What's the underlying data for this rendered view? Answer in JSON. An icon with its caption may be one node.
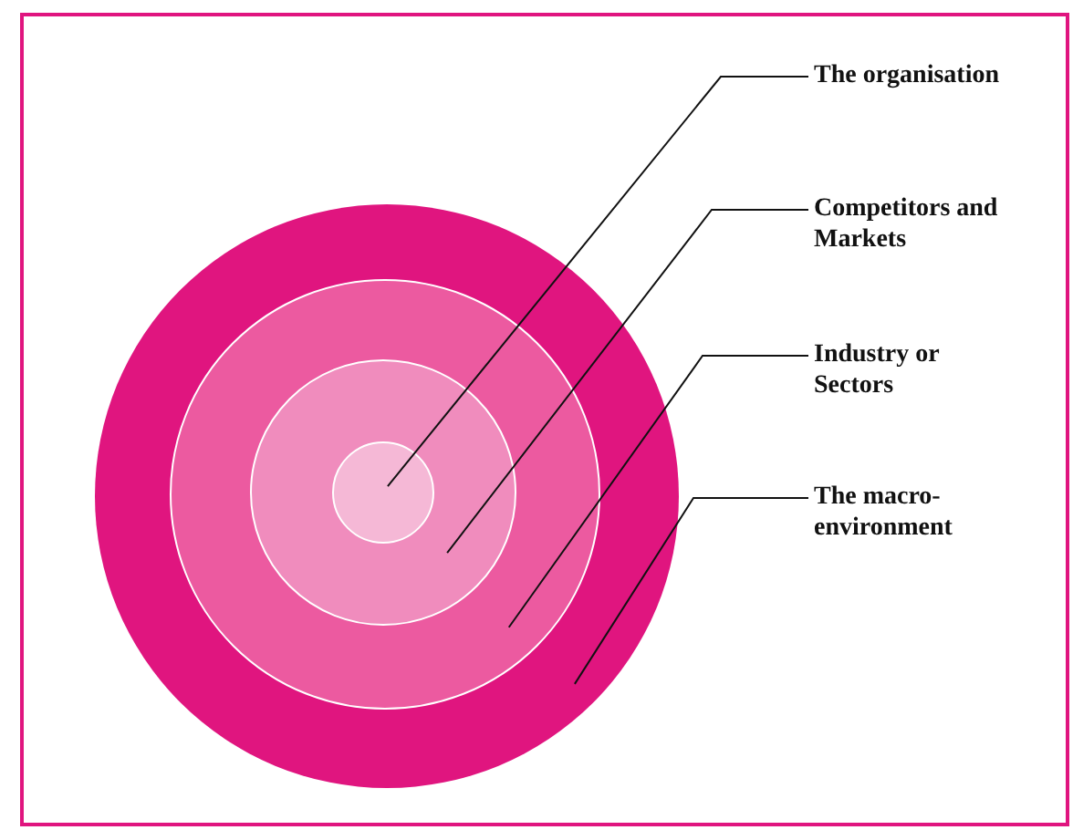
{
  "diagram": {
    "nodes": [
      {
        "text": [],
        "shape": "circle"
      },
      {
        "text": [],
        "shape": "circle",
        "in": 0
      },
      {
        "text": [],
        "shape": "circle",
        "in": 1
      },
      {
        "text": [],
        "shape": "circle",
        "in": 2
      },
      {
        "text": [
          "The organisation"
        ]
      },
      {
        "text": [
          "Competitors and Markets"
        ]
      },
      {
        "text": [
          "Industry or Sectors"
        ]
      },
      {
        "text": [
          "The macro-environment"
        ]
      }
    ],
    "edges": [
      {
        "from": 4,
        "to": 3,
        "arrow": "none"
      },
      {
        "from": 5,
        "to": 2,
        "arrow": "none"
      },
      {
        "from": 6,
        "to": 1,
        "arrow": "none"
      },
      {
        "from": 7,
        "to": 0,
        "arrow": "none"
      }
    ]
  }
}
